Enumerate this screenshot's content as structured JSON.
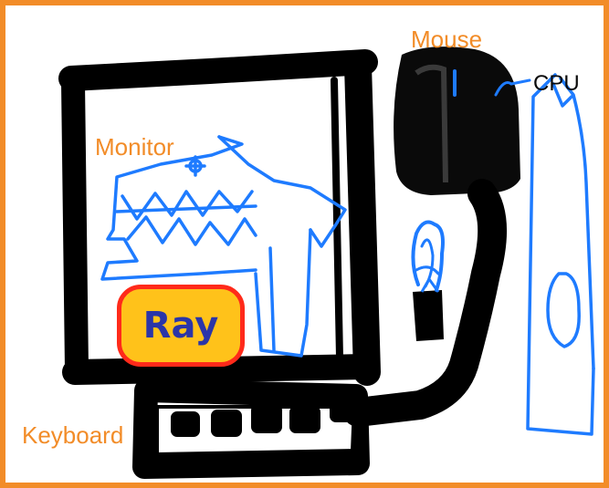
{
  "labels": {
    "monitor": "Monitor",
    "mouse": "Mouse",
    "cpu": "CPU",
    "keyboard": "Keyboard"
  },
  "screen_content": {
    "name": "Ray",
    "drawing": "dinosaur"
  },
  "icons": [
    "monitor-icon",
    "dinosaur-icon",
    "keyboard-icon",
    "mouse-icon",
    "cpu-tower-icon",
    "desk-plant-icon"
  ],
  "colors": {
    "frame": "#f28c28",
    "label": "#f28c28",
    "ink": "#000000",
    "sketch_blue": "#1e7bff",
    "badge_fill": "#ffc21a",
    "badge_border": "#ff2a1a",
    "badge_text": "#2b35a8"
  }
}
